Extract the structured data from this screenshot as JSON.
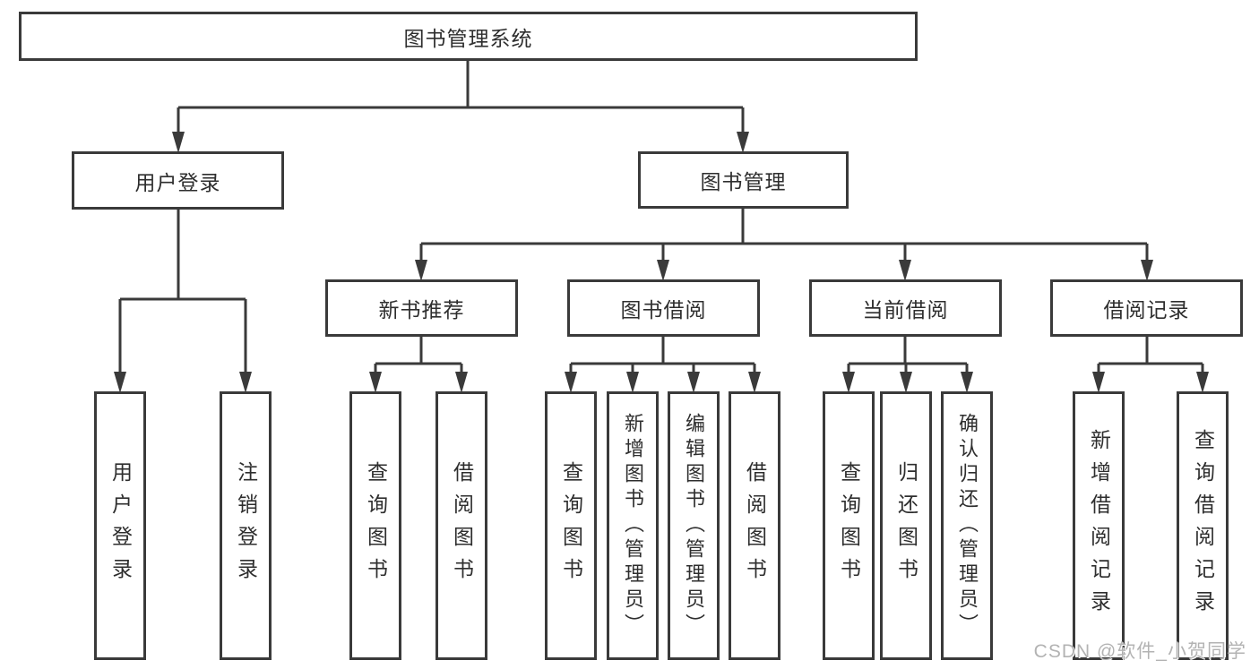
{
  "colors": {
    "line": "#3a3a3a",
    "text": "#2e2e2e",
    "box_fill": "#ffffff",
    "watermark": "#b3b3b3"
  },
  "watermark": "CSDN @软件_小贺同学",
  "nodes": {
    "root": "图书管理系统",
    "user": "用户登录",
    "mgmt": "图书管理",
    "l3": [
      "新书推荐",
      "图书借阅",
      "当前借阅",
      "借阅记录"
    ],
    "user_children": [
      "用户登录",
      "注销登录"
    ],
    "newbook_children": [
      "查询图书",
      "借阅图书"
    ],
    "borrow_children": [
      "查询图书",
      "新增图书（管理员）",
      "编辑图书（管理员）",
      "借阅图书"
    ],
    "current_children": [
      "查询图书",
      "归还图书",
      "确认归还（管理员）"
    ],
    "records_children": [
      "新增借阅记录",
      "查询借阅记录"
    ]
  }
}
